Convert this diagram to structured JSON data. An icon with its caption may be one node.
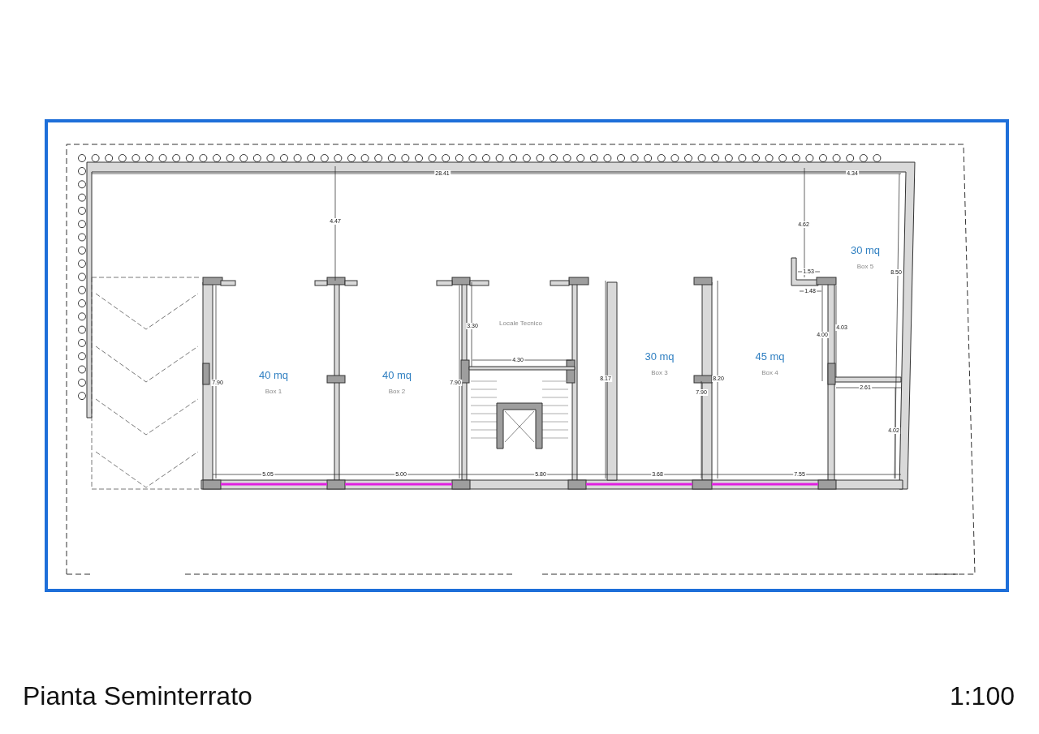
{
  "diagram": {
    "title": "Pianta Seminterrato",
    "nodes": [
      {
        "text": [
          "40 mq",
          "Box 1"
        ]
      },
      {
        "text": [
          "40 mq",
          "Box 2"
        ]
      },
      {
        "text": [
          "Locale Tecnico"
        ]
      },
      {
        "text": [
          "30 mq",
          "Box 3"
        ]
      },
      {
        "text": [
          "45 mq",
          "Box 4"
        ]
      },
      {
        "text": [
          "30 mq",
          "Box 5"
        ]
      }
    ],
    "labels": [
      "28.41",
      "4.34",
      "4.47",
      "4.62",
      "1.53",
      "8.50",
      "1.48",
      "3.30",
      "4.30",
      "4.00",
      "4.03",
      "7.90",
      "7.90",
      "8.17",
      "8.20",
      "7.90",
      "2.61",
      "4.02",
      "5.05",
      "5.00",
      "5.80",
      "3.68",
      "7.55",
      "1:100"
    ]
  }
}
